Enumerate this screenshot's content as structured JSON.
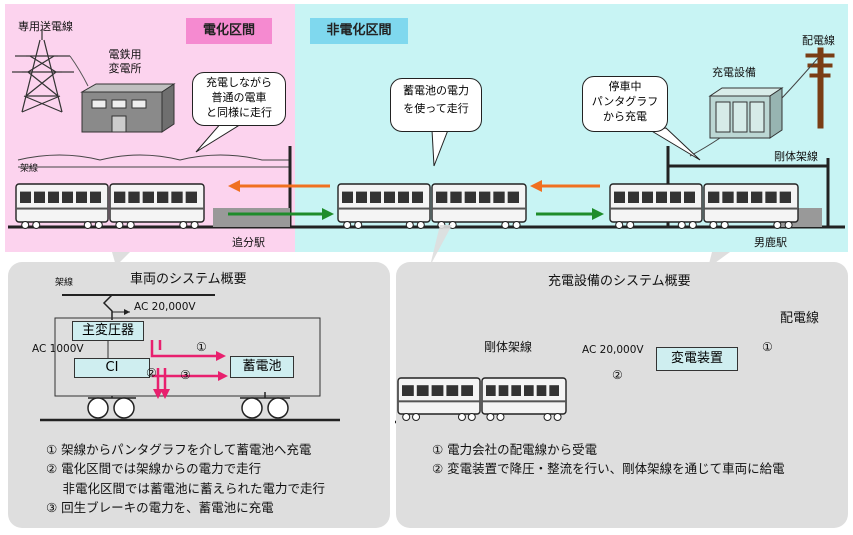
{
  "top": {
    "electrified_label": "電化区間",
    "non_electrified_label": "非電化区間",
    "dedicated_line": "専用送電線",
    "substation": "電鉄用\n変電所",
    "overhead_wire": "架線",
    "bubble_left": "充電しながら\n普通の電車\nと同様に走行",
    "bubble_mid": "蓄電池の電力\nを使って走行",
    "bubble_right": "停車中\nパンタグラフ\nから充電",
    "charging_facility": "充電設備",
    "distribution_line": "配電線",
    "rigid_catenary": "剛体架線",
    "station_left": "追分駅",
    "station_right": "男鹿駅"
  },
  "left_panel": {
    "title": "車両のシステム概要",
    "overhead_wire": "架線",
    "ac_high": "AC 20,000V",
    "ac_low": "AC 1000V",
    "transformer": "主変圧器",
    "ci": "CI",
    "battery": "蓄電池",
    "n1": "①",
    "n2": "②",
    "n3": "③",
    "notes": [
      "① 架線からパンタグラフを介して蓄電池へ充電",
      "② 電化区間では架線からの電力で走行",
      "　 非電化区間では蓄電池に蓄えられた電力で走行",
      "③ 回生ブレーキの電力を、蓄電池に充電"
    ]
  },
  "right_panel": {
    "title": "充電設備のシステム概要",
    "rigid_catenary": "剛体架線",
    "ac": "AC 20,000V",
    "distribution_line": "配電線",
    "converter": "変電装置",
    "n1": "①",
    "n2": "②",
    "notes": [
      "① 電力会社の配電線から受電",
      "② 変電装置で降圧・整流を行い、剛体架線を通じて車両に給電"
    ]
  },
  "colors": {
    "electrified_bg": "#fcd3ee",
    "non_electrified_bg": "#c8f4f4",
    "electrified_tag": "#f58ad0",
    "non_electrified_tag": "#7fd8ee",
    "panel_bg": "#dedede",
    "pink_arrow": "#e8206e",
    "orange_arrow": "#f07020",
    "green_arrow": "#1e8c2a"
  }
}
